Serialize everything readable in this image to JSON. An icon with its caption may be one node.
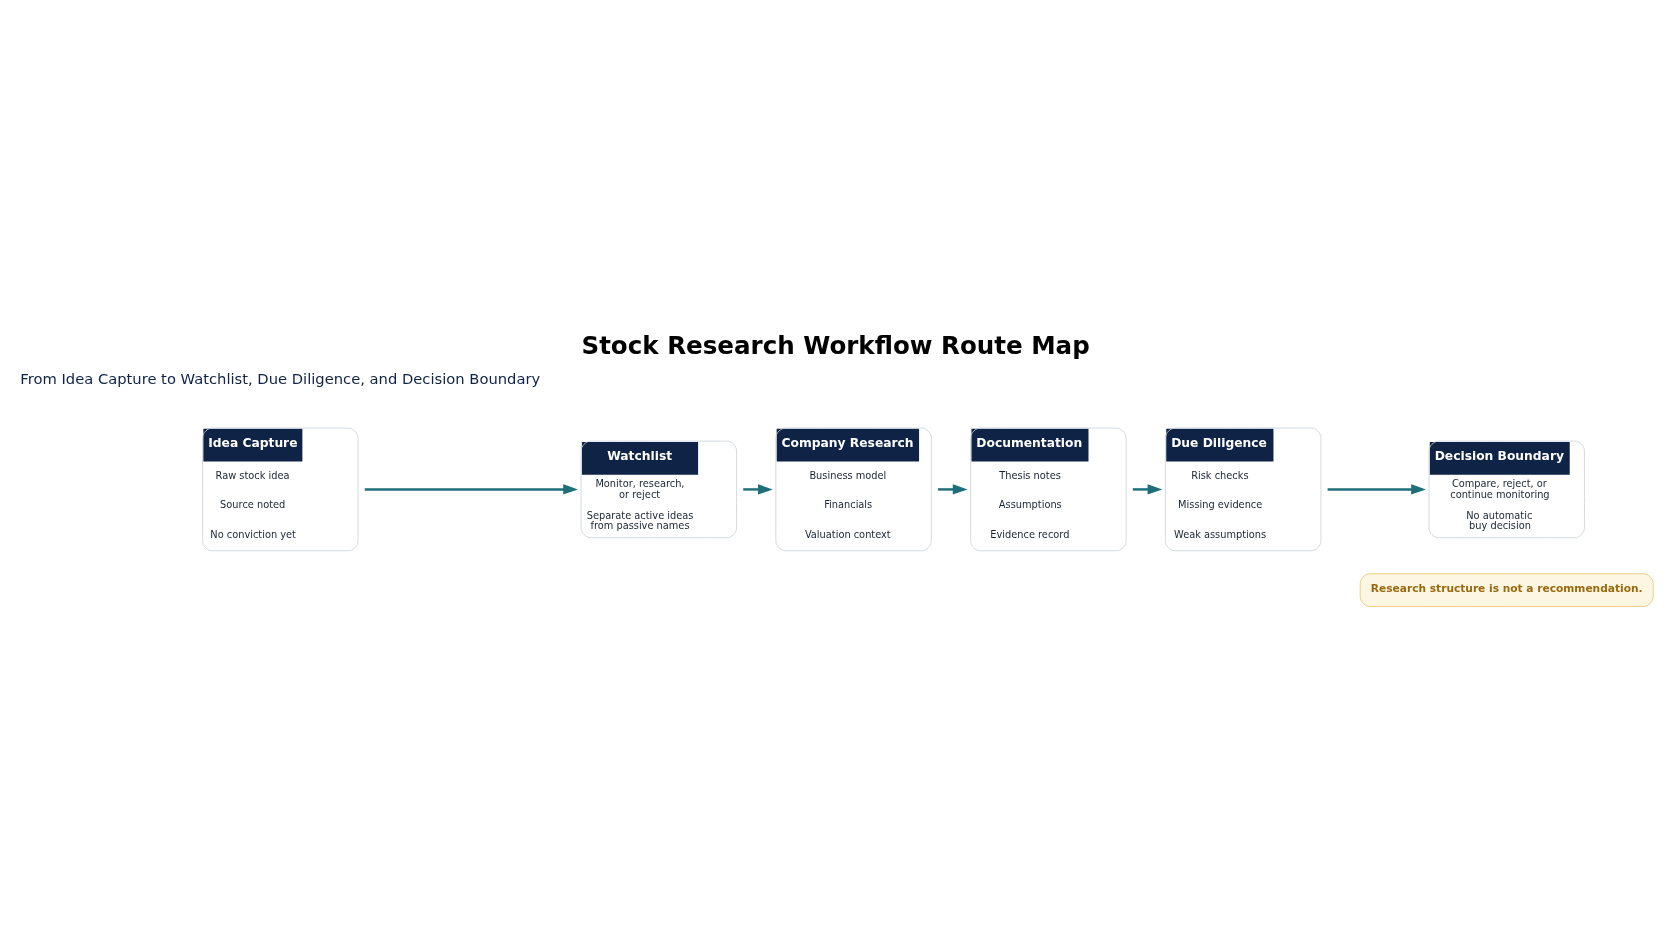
{
  "diagram": {
    "title": "Stock Research Workflow Route Map",
    "nodes": [
      {
        "text": [
          "Idea Capture",
          "Raw stock idea",
          "Source noted",
          "No conviction yet"
        ]
      },
      {
        "text": [
          "Watchlist",
          "Monitor, research, or reject",
          "Separate active ideas from passive names"
        ]
      },
      {
        "text": [
          "Company Research",
          "Business model",
          "Financials",
          "Valuation context"
        ]
      },
      {
        "text": [
          "Documentation",
          "Thesis notes",
          "Assumptions",
          "Evidence record"
        ]
      },
      {
        "text": [
          "Due Diligence",
          "Risk checks",
          "Missing evidence",
          "Weak assumptions"
        ]
      },
      {
        "text": [
          "Decision Boundary",
          "Compare, reject, or continue monitoring",
          "No automatic buy decision"
        ]
      },
      {
        "text": [
          "Research structure is not a recommendation."
        ]
      }
    ],
    "edges": [
      {
        "from": 0,
        "to": 1,
        "arrow": "to"
      },
      {
        "from": 1,
        "to": 2,
        "arrow": "to"
      },
      {
        "from": 2,
        "to": 3,
        "arrow": "to"
      },
      {
        "from": 3,
        "to": 4,
        "arrow": "to"
      },
      {
        "from": 4,
        "to": 5,
        "arrow": "to"
      }
    ],
    "labels": [
      "From Idea Capture to Watchlist, Due Diligence, and Decision Boundary"
    ]
  }
}
